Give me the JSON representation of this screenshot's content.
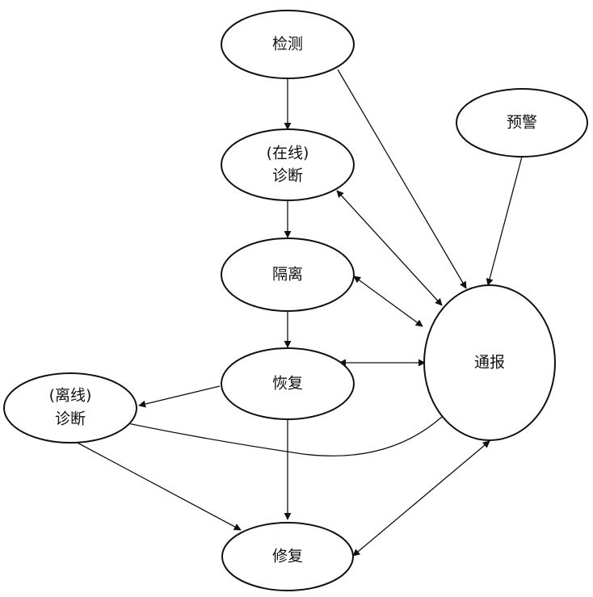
{
  "nodes": {
    "detect": {
      "lines": [
        "检测"
      ]
    },
    "online": {
      "lines": [
        "(在线)",
        "诊断"
      ]
    },
    "isolate": {
      "lines": [
        "隔离"
      ]
    },
    "recover": {
      "lines": [
        "恢复"
      ]
    },
    "offline": {
      "lines": [
        "(离线)",
        "诊断"
      ]
    },
    "repair": {
      "lines": [
        "修复"
      ]
    },
    "warning": {
      "lines": [
        "预警"
      ]
    },
    "report": {
      "lines": [
        "通报"
      ]
    }
  },
  "edges": [
    {
      "from": "detect",
      "to": "online",
      "direction": "forward"
    },
    {
      "from": "online",
      "to": "isolate",
      "direction": "forward"
    },
    {
      "from": "isolate",
      "to": "recover",
      "direction": "forward"
    },
    {
      "from": "recover",
      "to": "repair",
      "direction": "forward"
    },
    {
      "from": "recover",
      "to": "offline",
      "direction": "forward"
    },
    {
      "from": "offline",
      "to": "repair",
      "direction": "forward"
    },
    {
      "from": "detect",
      "to": "report",
      "direction": "forward"
    },
    {
      "from": "warning",
      "to": "report",
      "direction": "forward"
    },
    {
      "from": "online",
      "to": "report",
      "direction": "both"
    },
    {
      "from": "isolate",
      "to": "report",
      "direction": "both"
    },
    {
      "from": "recover",
      "to": "report",
      "direction": "both"
    },
    {
      "from": "repair",
      "to": "report",
      "direction": "both"
    },
    {
      "from": "offline",
      "to": "report",
      "direction": "line"
    }
  ]
}
